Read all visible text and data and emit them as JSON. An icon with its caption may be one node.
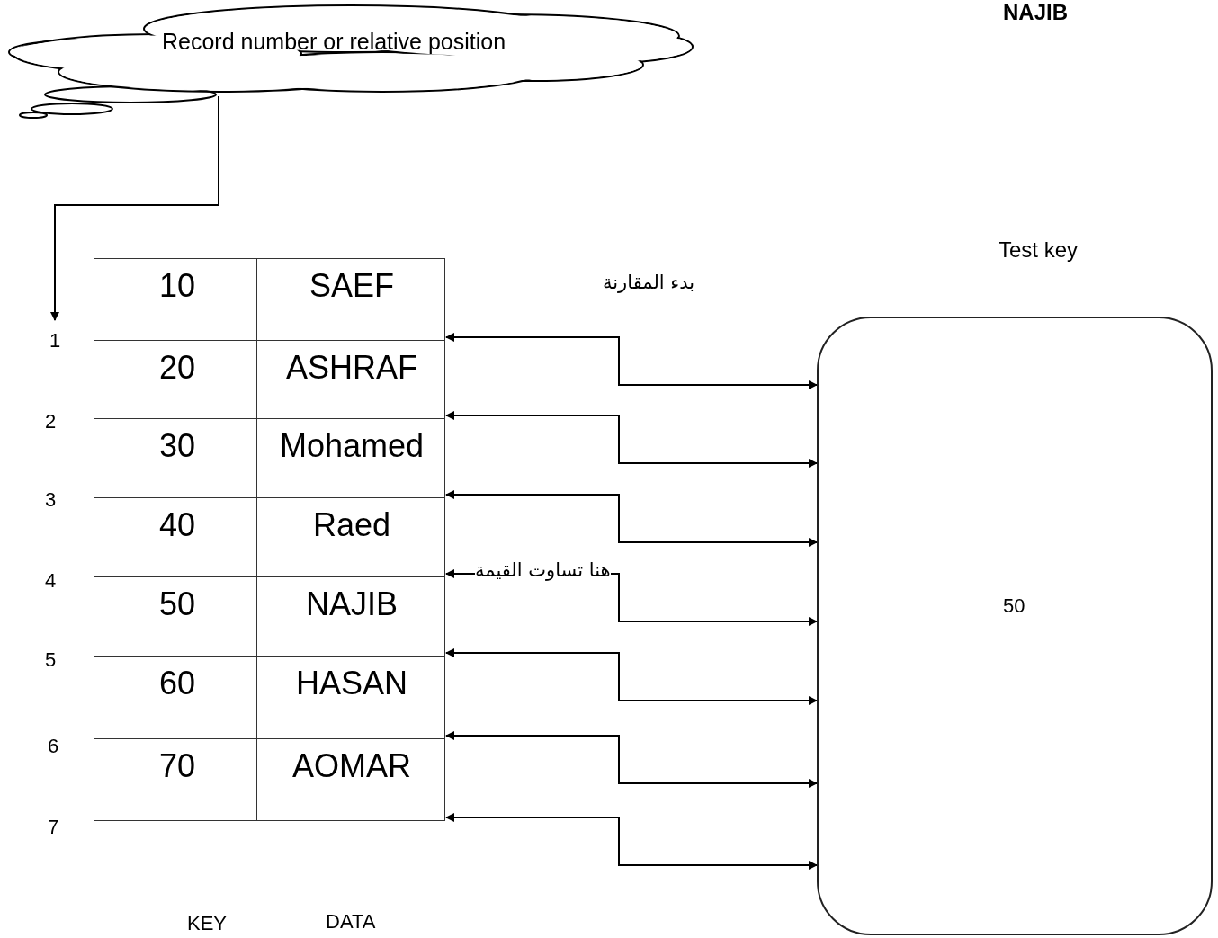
{
  "diagram": {
    "nodes": [
      {
        "text": [
          "Record number or relative position"
        ]
      },
      {
        "text": [
          "10",
          "SAEF"
        ]
      },
      {
        "text": [
          "20",
          "ASHRAF"
        ]
      },
      {
        "text": [
          "30",
          "Mohamed"
        ]
      },
      {
        "text": [
          "40",
          "Raed"
        ]
      },
      {
        "text": [
          "50",
          "NAJIB"
        ]
      },
      {
        "text": [
          "60",
          "HASAN"
        ]
      },
      {
        "text": [
          "70",
          "AOMAR"
        ]
      },
      {
        "text": [
          "1"
        ]
      },
      {
        "text": [
          "50"
        ],
        "beside": [
          "Test key"
        ]
      }
    ],
    "edges": [
      {
        "from": 0,
        "to": 8,
        "arrow": "to"
      },
      {
        "from": 9,
        "to": 1,
        "arrow": "both",
        "label": "بدء المقارنة"
      },
      {
        "from": 9,
        "to": 2,
        "arrow": "both"
      },
      {
        "from": 9,
        "to": 3,
        "arrow": "both"
      },
      {
        "from": 9,
        "to": 4,
        "arrow": "both",
        "label": "هنا تساوت القيمة"
      },
      {
        "from": 9,
        "to": 5,
        "arrow": "both"
      },
      {
        "from": 9,
        "to": 6,
        "arrow": "both"
      },
      {
        "from": 9,
        "to": 7,
        "arrow": "both"
      }
    ],
    "labels": [
      "NAJIB",
      "2",
      "3",
      "4",
      "5",
      "6",
      "7",
      "KEY",
      "DATA"
    ]
  }
}
